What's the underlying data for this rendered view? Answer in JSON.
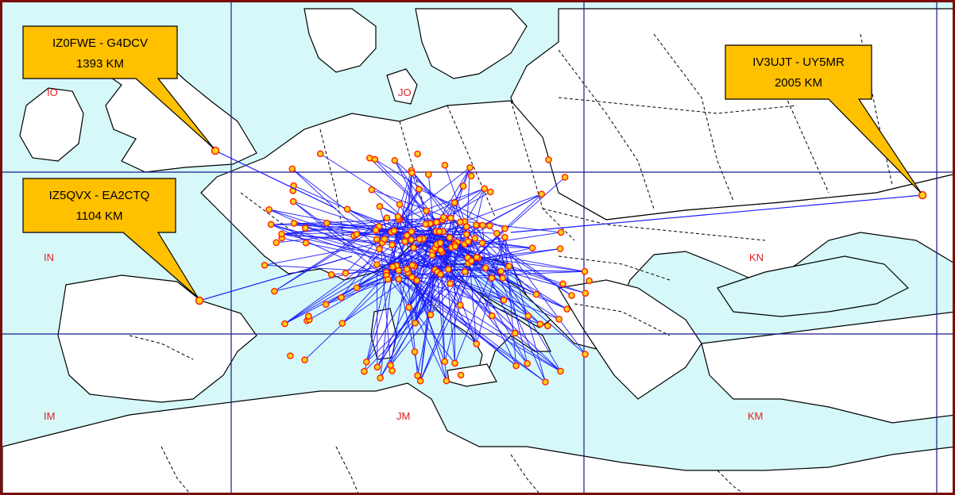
{
  "map": {
    "water_color": "#d6f8f8",
    "land_color": "#ffffff",
    "border_color": "#000000",
    "frame_color": "#7a0c0c",
    "grid_color": "#1a1a8c",
    "path_color": "#1a1aff",
    "station_fill": "#ffd21a",
    "station_stroke": "#ff2200",
    "grid_squares": [
      {
        "label": "IO"
      },
      {
        "label": "JO"
      },
      {
        "label": "IN"
      },
      {
        "label": "KN"
      },
      {
        "label": "IM"
      },
      {
        "label": "JM"
      },
      {
        "label": "KM"
      }
    ],
    "callouts": [
      {
        "line1": "IZ0FWE - G4DCV",
        "line2": "1393 KM"
      },
      {
        "line1": "IZ5QVX  - EA2CTQ",
        "line2": "1104 KM"
      },
      {
        "line1": "IV3UJT - UY5MR",
        "line2": "2005 KM"
      }
    ],
    "callout_fill": "#ffc000",
    "callout_stroke": "#000000"
  }
}
